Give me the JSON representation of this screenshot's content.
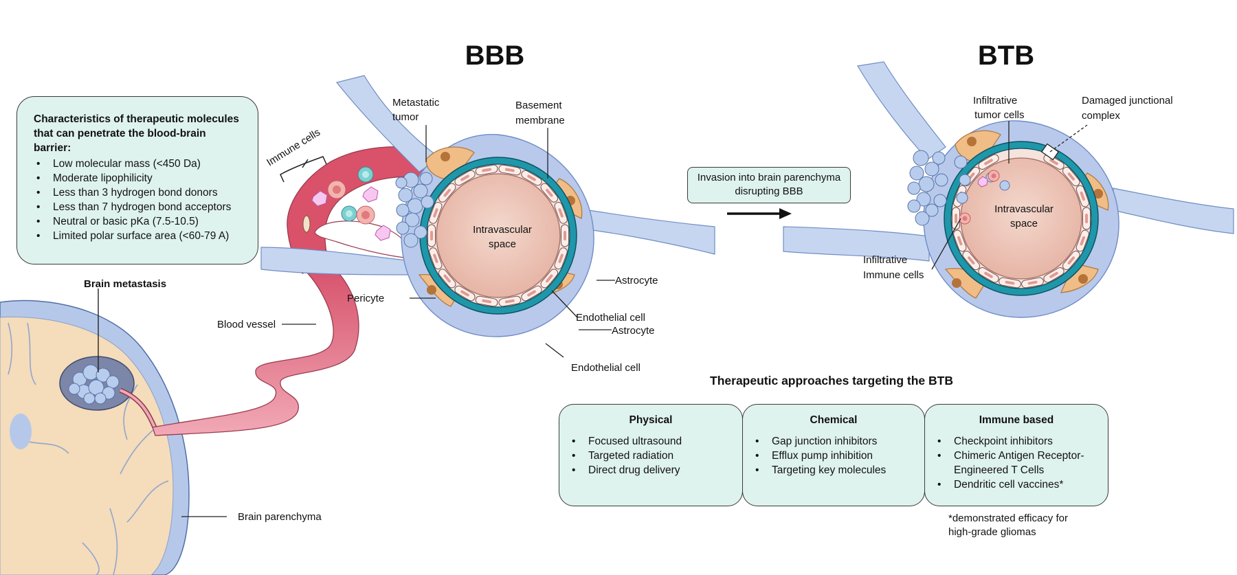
{
  "titles": {
    "bbb": "BBB",
    "btb": "BTB"
  },
  "characteristics": {
    "heading": "Characteristics of therapeutic molecules that can penetrate the blood-brain barrier:",
    "items": [
      "Low molecular mass (<450 Da)",
      "Moderate lipophilicity",
      "Less than 3 hydrogen bond donors",
      "Less than 7 hydrogen bond acceptors",
      "Neutral or basic pKa (7.5-10.5)",
      "Limited polar surface area (<60-79 A)"
    ]
  },
  "brain": {
    "metastasis_label": "Brain metastasis",
    "parenchyma_label": "Brain parenchyma",
    "blood_vessel_label": "Blood vessel",
    "immune_cells_label": "Immune cells"
  },
  "bbb_labels": {
    "metastatic_tumor": "Metastatic tumor",
    "basement_membrane": "Basement membrane",
    "intravascular_space": "Intravascular space",
    "pericyte": "Pericyte",
    "astrocyte_1": "Astrocyte",
    "endothelial_cell_1": "Endothelial cell",
    "astrocyte_2": "Astrocyte",
    "endothelial_cell_2": "Endothelial cell"
  },
  "invasion": {
    "text": "Invasion into brain parenchyma disrupting BBB"
  },
  "btb_labels": {
    "infiltrative_tumor_cells": "Infiltrative tumor cells",
    "damaged_junctional_complex": "Damaged junctional complex",
    "intravascular_space": "Intravascular space",
    "infiltrative_immune_cells": "Infiltrative Immune cells"
  },
  "approaches": {
    "heading": "Therapeutic approaches targeting the BTB",
    "physical": {
      "title": "Physical",
      "items": [
        "Focused ultrasound",
        "Targeted radiation",
        "Direct drug delivery"
      ]
    },
    "chemical": {
      "title": "Chemical",
      "items": [
        "Gap junction inhibitors",
        "Efflux pump inhibition",
        "Targeting key molecules"
      ]
    },
    "immune": {
      "title": "Immune based",
      "items": [
        "Checkpoint inhibitors",
        "Chimeric Antigen Receptor-Engineered T Cells",
        "Dendritic cell vaccines*"
      ]
    },
    "footnote": "*demonstrated efficacy for\nhigh-grade gliomas"
  },
  "colors": {
    "box_fill": "#dff3ee",
    "vessel_red": "#d9526a",
    "astrocyte_blue": "#b8c9ec",
    "endothelial_teal": "#1f97ab",
    "brain_tan": "#f5dcba",
    "pericyte_orange": "#f1bd86"
  }
}
